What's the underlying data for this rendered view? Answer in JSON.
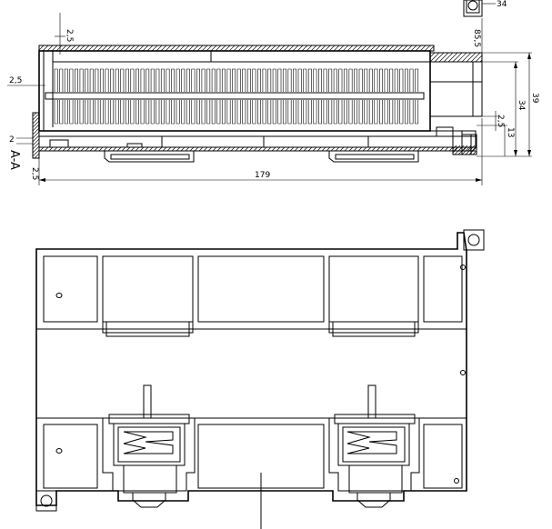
{
  "section_view": {
    "label": "A-A",
    "dimensions": {
      "top_wall": "2,5",
      "left_wall": "2,5",
      "bottom_left": "2,5",
      "left_small": "2",
      "overall_length": "179",
      "right_offset": "2,5",
      "height_small": "13",
      "height_mid": "34",
      "height_total": "39",
      "right_top_width": "85,5",
      "corner_label": "34"
    }
  },
  "plan_view": {
    "fins_count": 72
  }
}
